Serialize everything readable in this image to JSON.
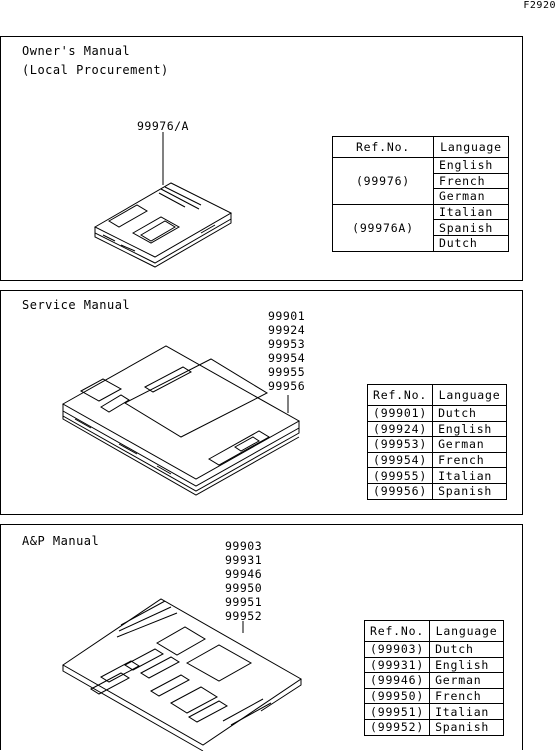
{
  "figure_id": "F2920",
  "owners_manual": {
    "title_line1": "Owner's Manual",
    "title_line2": "(Local Procurement)",
    "part_code": "99976/A",
    "table": {
      "headers": [
        "Ref.No.",
        "Language"
      ],
      "groups": [
        {
          "ref": "(99976)",
          "languages": [
            "English",
            "French",
            "German"
          ]
        },
        {
          "ref": "(99976A)",
          "languages": [
            "Italian",
            "Spanish",
            "Dutch"
          ]
        }
      ]
    }
  },
  "service_manual": {
    "title": "Service Manual",
    "part_codes": [
      "99901",
      "99924",
      "99953",
      "99954",
      "99955",
      "99956"
    ],
    "table": {
      "headers": [
        "Ref.No.",
        "Language"
      ],
      "rows": [
        {
          "ref": "(99901)",
          "language": "Dutch"
        },
        {
          "ref": "(99924)",
          "language": "English"
        },
        {
          "ref": "(99953)",
          "language": "German"
        },
        {
          "ref": "(99954)",
          "language": "French"
        },
        {
          "ref": "(99955)",
          "language": "Italian"
        },
        {
          "ref": "(99956)",
          "language": "Spanish"
        }
      ]
    }
  },
  "ap_manual": {
    "title": "A&P Manual",
    "part_codes": [
      "99903",
      "99931",
      "99946",
      "99950",
      "99951",
      "99952"
    ],
    "table": {
      "headers": [
        "Ref.No.",
        "Language"
      ],
      "rows": [
        {
          "ref": "(99903)",
          "language": "Dutch"
        },
        {
          "ref": "(99931)",
          "language": "English"
        },
        {
          "ref": "(99946)",
          "language": "German"
        },
        {
          "ref": "(99950)",
          "language": "French"
        },
        {
          "ref": "(99951)",
          "language": "Italian"
        },
        {
          "ref": "(99952)",
          "language": "Spanish"
        }
      ]
    }
  }
}
